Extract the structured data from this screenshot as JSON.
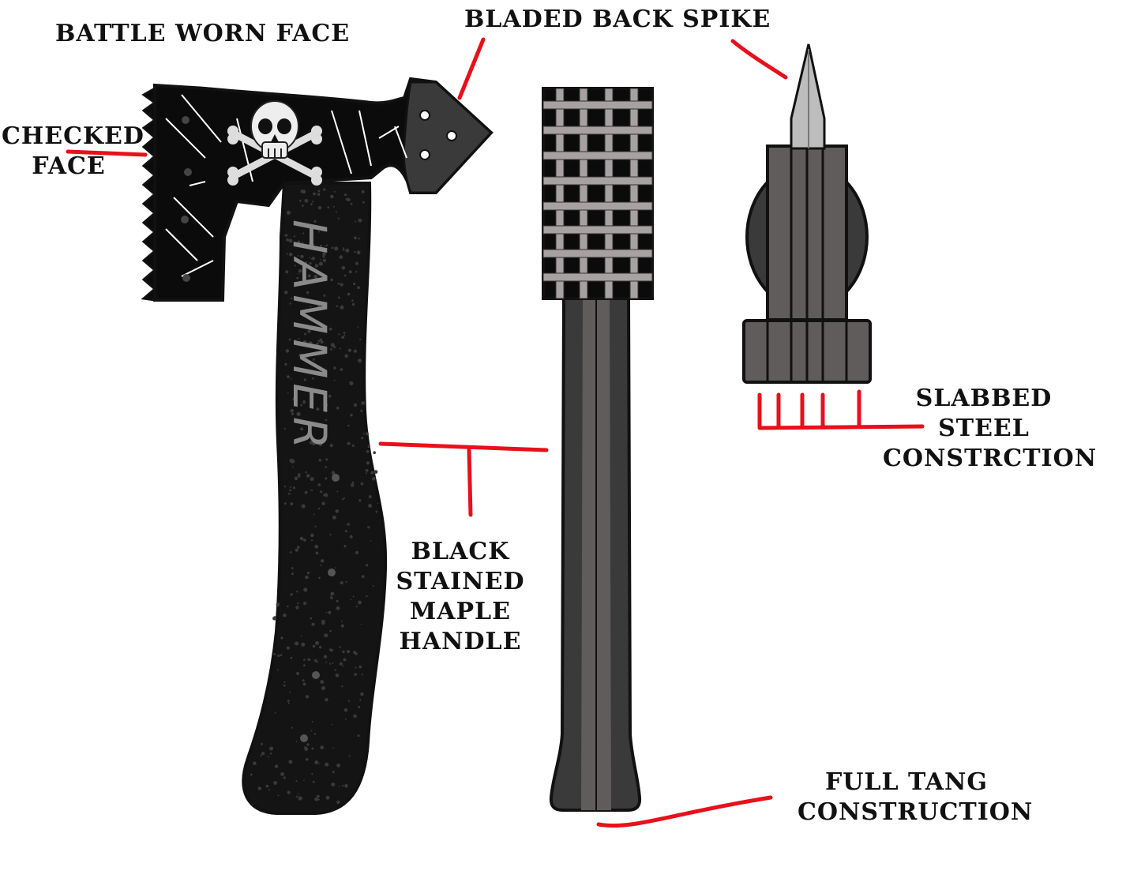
{
  "colors": {
    "annotation_line": "#e8101a",
    "steel_dark": "#3a3a3a",
    "steel_mid": "#5f5c5b",
    "steel_light": "#7a7776",
    "head_black": "#0b0b0b",
    "grid_bars": "#a7a2a1",
    "handle_black": "#141414",
    "handle_text": "#8a8a8a",
    "outline": "#111111"
  },
  "icons": [
    "skull-crossbones-icon"
  ],
  "labels": {
    "battle_worn_face": "BATTLE WORN FACE",
    "bladed_back_spike": "BLADED BACK SPIKE",
    "checked_face": [
      "CHECKED",
      "FACE"
    ],
    "slabbed_steel": [
      "SLABBED",
      "STEEL",
      "CONSTRCTION"
    ],
    "black_stained_maple": [
      "BLACK",
      "STAINED",
      "MAPLE",
      "HANDLE"
    ],
    "full_tang": [
      "FULL TANG",
      "CONSTRUCTION"
    ]
  },
  "handle_text": "HAMMER"
}
